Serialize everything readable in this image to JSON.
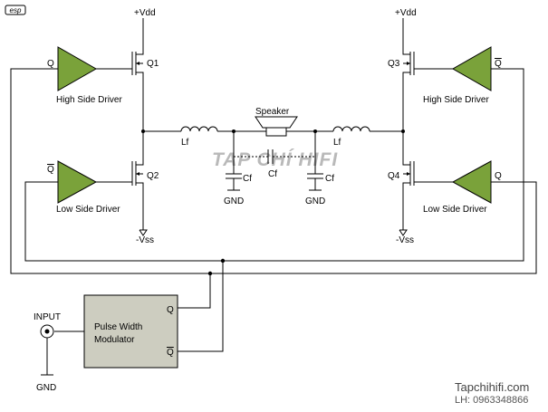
{
  "logo": "esp",
  "supply": {
    "vdd_left": "+Vdd",
    "vdd_right": "+Vdd",
    "vss_left": "-Vss",
    "vss_right": "-Vss"
  },
  "transistors": {
    "q1": "Q1",
    "q2": "Q2",
    "q3": "Q3",
    "q4": "Q4"
  },
  "drivers": {
    "high_left": "High Side Driver",
    "low_left": "Low Side Driver",
    "high_right": "High Side Driver",
    "low_right": "Low Side Driver",
    "in_high_left": "Q",
    "in_low_left": "Q",
    "in_high_right": "Q",
    "in_low_right": "Q"
  },
  "filter": {
    "inductor_left": "Lf",
    "inductor_right": "Lf",
    "cap_left": "Cf",
    "cap_middle": "Cf",
    "cap_right": "Cf",
    "gnd_left": "GND",
    "gnd_right": "GND",
    "speaker": "Speaker"
  },
  "modulator": {
    "title_line1": "Pulse Width",
    "title_line2": "Modulator",
    "out_q": "Q",
    "out_qbar": "Q",
    "input_label": "INPUT",
    "gnd": "GND"
  },
  "watermark": "TAP CHÍ HIFI",
  "footer": {
    "site": "Tapchihifi.com",
    "phone": "LH: 0963348866"
  }
}
